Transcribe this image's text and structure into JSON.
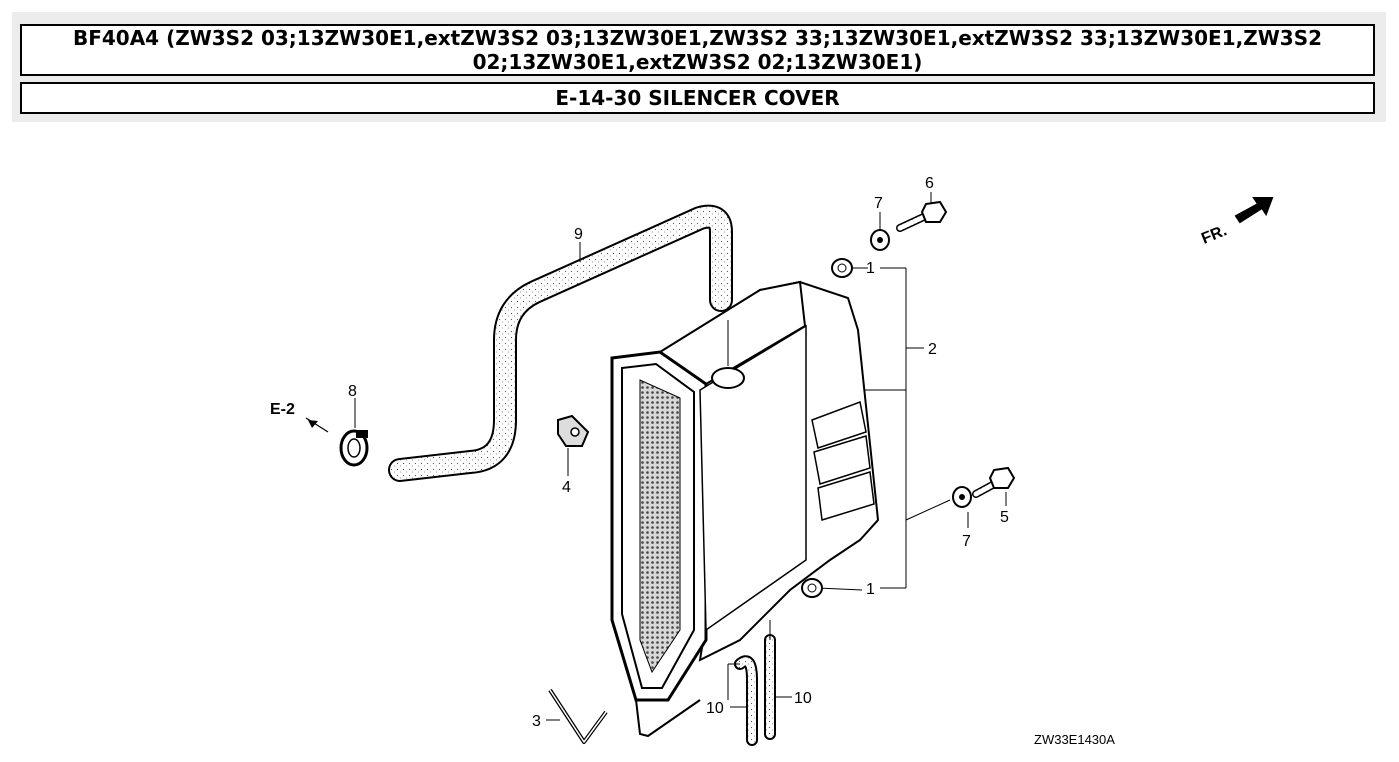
{
  "header": {
    "model_title": "BF40A4 (ZW3S2 03;13ZW30E1,extZW3S2 03;13ZW30E1,ZW3S2 33;13ZW30E1,extZW3S2 33;13ZW30E1,ZW3S2 02;13ZW30E1,extZW3S2 02;13ZW30E1)",
    "section_title": "E-14-30 SILENCER COVER"
  },
  "diagram": {
    "drawing_code": "ZW33E1430A",
    "front_marker": "FR.",
    "ref_link": "E-2",
    "callouts": {
      "c1_top": "1",
      "c1_bottom": "1",
      "c2": "2",
      "c3": "3",
      "c4": "4",
      "c5": "5",
      "c6": "6",
      "c7_top": "7",
      "c7_bottom": "7",
      "c8": "8",
      "c9": "9",
      "c10_left": "10",
      "c10_right": "10"
    }
  }
}
